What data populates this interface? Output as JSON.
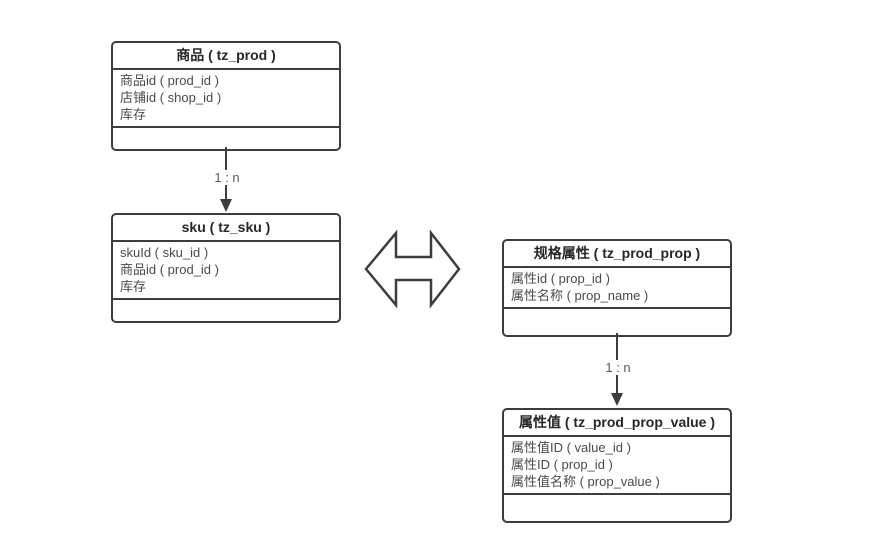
{
  "entities": [
    {
      "key": "prod",
      "title": "商品 ( tz_prod )",
      "fields": [
        "商品id ( prod_id )",
        "店铺id ( shop_id )",
        "库存"
      ]
    },
    {
      "key": "sku",
      "title": "sku ( tz_sku )",
      "fields": [
        "skuId ( sku_id )",
        "商品id ( prod_id )",
        "库存"
      ]
    },
    {
      "key": "prop",
      "title": "规格属性 ( tz_prod_prop )",
      "fields": [
        "属性id ( prop_id )",
        "属性名称 ( prop_name )"
      ]
    },
    {
      "key": "prop_value",
      "title": "属性值 ( tz_prod_prop_value )",
      "fields": [
        "属性值ID ( value_id )",
        "属性ID ( prop_id )",
        "属性值名称 ( prop_value )"
      ]
    }
  ],
  "connectors": [
    {
      "from": "prod",
      "to": "sku",
      "label": "1 : n"
    },
    {
      "from": "prop",
      "to": "prop_value",
      "label": "1 : n"
    }
  ],
  "relation_icon": "double-horizontal-arrow",
  "colors": {
    "background": "#ffffff",
    "border": "#3d3d3d",
    "title_text": "#262626",
    "field_text": "#4a4a4a",
    "label_text": "#595959"
  }
}
